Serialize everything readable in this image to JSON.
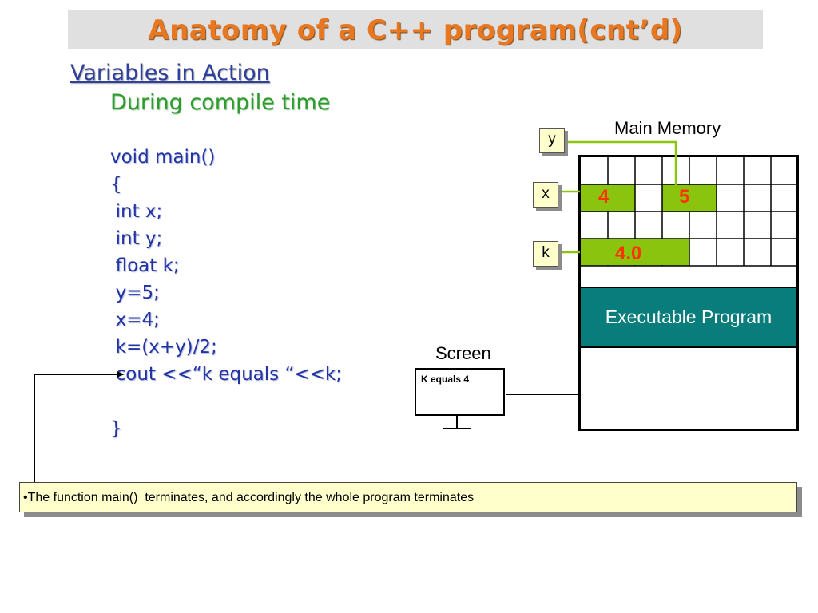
{
  "title": "Anatomy of a C++ program(cnt’d)",
  "section_heading": "Variables in Action",
  "subheading": "During compile time",
  "code_lines": [
    "void main()",
    "{",
    "  int x;",
    "  int y;",
    "  float k;",
    "  y=5;",
    "  x=4;",
    "  k=(x+y)/2;",
    "  cout <<“k equals “<<k;",
    "}"
  ],
  "memory": {
    "label": "Main Memory",
    "variables": {
      "y": "y",
      "x": "x",
      "k": "k"
    },
    "values": {
      "x": "4",
      "y": "5",
      "k": "4.0"
    },
    "executable_label": "Executable Program",
    "highlight_color": "#8ac40f",
    "executable_color": "#097c7c"
  },
  "screen": {
    "label": "Screen",
    "output": "K equals 4"
  },
  "note": "•The function main()  terminates, and accordingly the whole program terminates",
  "colors": {
    "title": "#e87722",
    "code": "#2234a3",
    "subheading": "#2e9b2e",
    "value": "#ff3300"
  }
}
